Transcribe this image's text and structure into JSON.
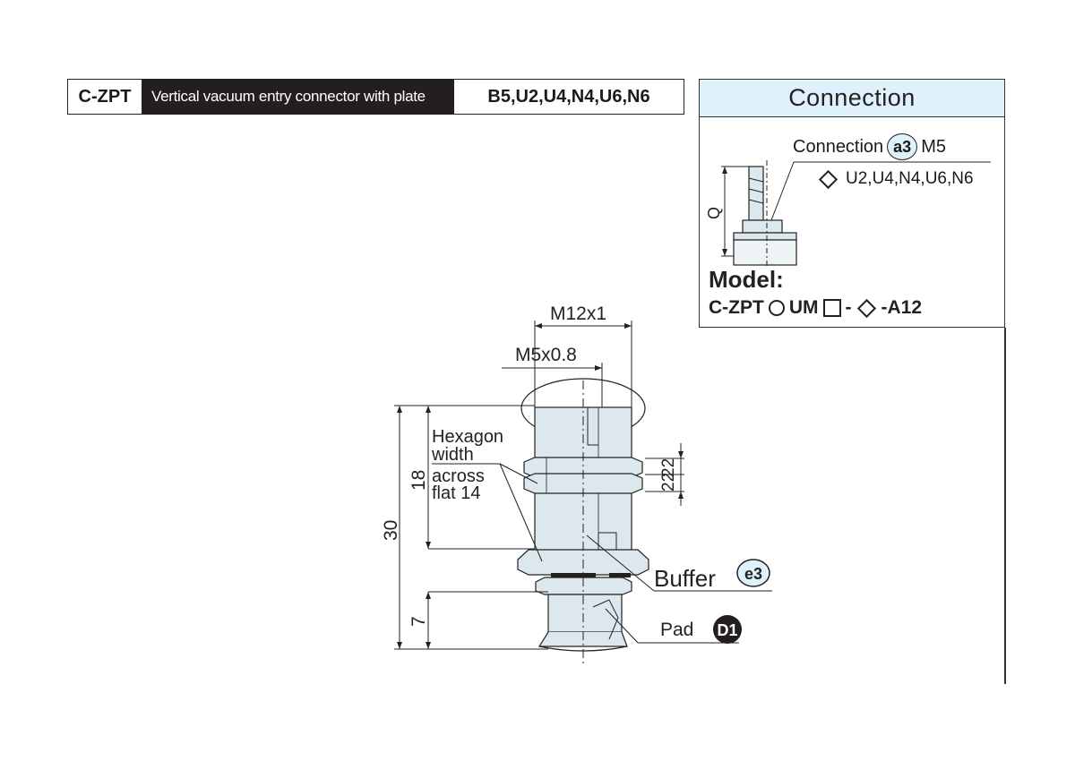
{
  "header": {
    "code": "C-ZPT",
    "description": "Vertical vacuum entry connector with plate",
    "models": "B5,U2,U4,N4,U6,N6"
  },
  "connection_box": {
    "title": "Connection",
    "connection_label": "Connection",
    "connection_badge": "a3",
    "connection_value": "M5",
    "options_text": "U2,U4,N4,U6,N6",
    "dim_q": "Q",
    "model_label": "Model:",
    "model_prefix": "C-ZPT",
    "model_um": "UM",
    "model_dash1": "-",
    "model_dash2": "-A12"
  },
  "drawing": {
    "dim_m12": "M12x1",
    "dim_m5": "M5x0.8",
    "dim_30": "30",
    "dim_18": "18",
    "dim_7": "7",
    "dim_22a": "22",
    "dim_22b": "22",
    "hexagon_line1": "Hexagon",
    "hexagon_line2": "width",
    "hexagon_line3": "across",
    "hexagon_line4": "flat 14",
    "buffer_label": "Buffer",
    "buffer_badge": "e3",
    "pad_label": "Pad",
    "pad_badge": "D1"
  },
  "colors": {
    "header_dark": "#231f20",
    "connection_title_bg": "#dff1fa",
    "part_fill": "#dde8ee",
    "line": "#222222"
  }
}
